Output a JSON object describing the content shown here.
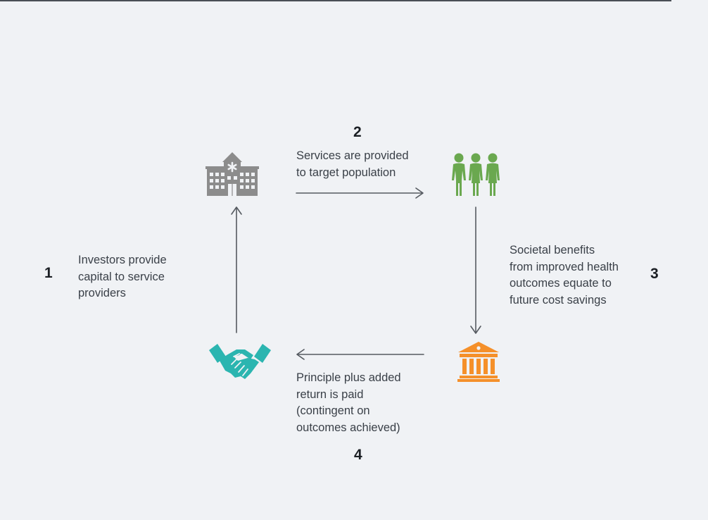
{
  "steps": [
    {
      "number": "1",
      "text": "Investors provide\ncapital to service\nproviders"
    },
    {
      "number": "2",
      "text": "Services are provided\nto target population"
    },
    {
      "number": "3",
      "text": "Societal benefits\nfrom improved health\noutcomes equate to\nfuture cost savings"
    },
    {
      "number": "4",
      "text": "Principle plus added\nreturn is paid\n(contingent on\noutcomes achieved)"
    }
  ],
  "icons": {
    "service_provider": "hospital-icon",
    "target_population": "people-group-icon",
    "government": "government-building-icon",
    "investors": "handshake-icon"
  },
  "colors": {
    "hospital": "#8c8c8c",
    "people": "#6aa84f",
    "government": "#f5902a",
    "handshake": "#2bb5b0",
    "arrow": "#555a60"
  }
}
